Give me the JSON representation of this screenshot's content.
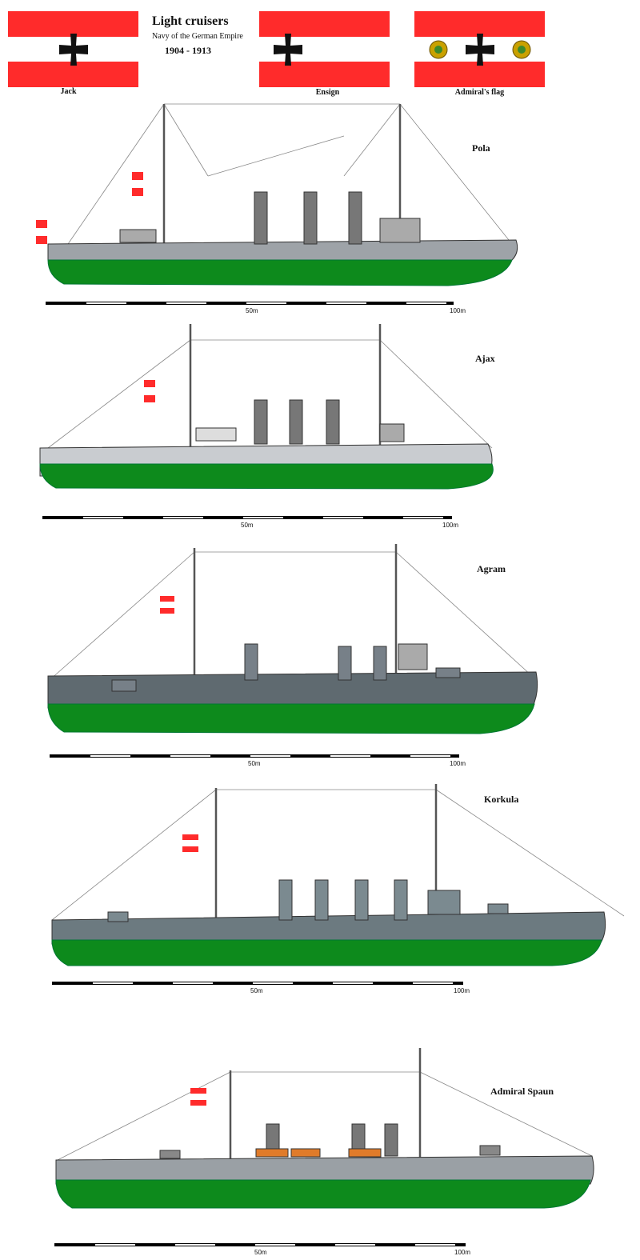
{
  "header": {
    "title": "Light cruisers",
    "subtitle": "Navy of the German Empire",
    "years": "1904 - 1913"
  },
  "flags": [
    {
      "label": "Jack",
      "colors": {
        "band": "#ff2b2b",
        "white": "#ffffff",
        "cross": "#111111"
      }
    },
    {
      "label": "Ensign",
      "colors": {
        "band": "#ff2b2b",
        "white": "#ffffff",
        "cross": "#111111"
      }
    },
    {
      "label": "Admiral's flag",
      "colors": {
        "band": "#ff2b2b",
        "white": "#ffffff",
        "cross": "#111111",
        "emblem": "#c9a100"
      }
    }
  ],
  "ships": [
    {
      "name": "Pola",
      "scale": {
        "mid": "50m",
        "end": "100m"
      },
      "hull_color": "#9ea3a8",
      "lower_hull_color": "#0d8a1c",
      "funnels": 3
    },
    {
      "name": "Ajax",
      "scale": {
        "mid": "50m",
        "end": "100m"
      },
      "hull_color": "#c9ccd0",
      "lower_hull_color": "#0d8a1c",
      "funnels": 3
    },
    {
      "name": "Agram",
      "scale": {
        "mid": "50m",
        "end": "100m"
      },
      "hull_color": "#5f6a70",
      "lower_hull_color": "#0d8a1c",
      "funnels": 3
    },
    {
      "name": "Korkula",
      "scale": {
        "mid": "50m",
        "end": "100m"
      },
      "hull_color": "#6c7a80",
      "lower_hull_color": "#0d8a1c",
      "funnels": 4
    },
    {
      "name": "Admiral Spaun",
      "scale": {
        "mid": "50m",
        "end": "100m"
      },
      "hull_color": "#9aa0a5",
      "lower_hull_color": "#0d8a1c",
      "funnels": 3
    }
  ]
}
